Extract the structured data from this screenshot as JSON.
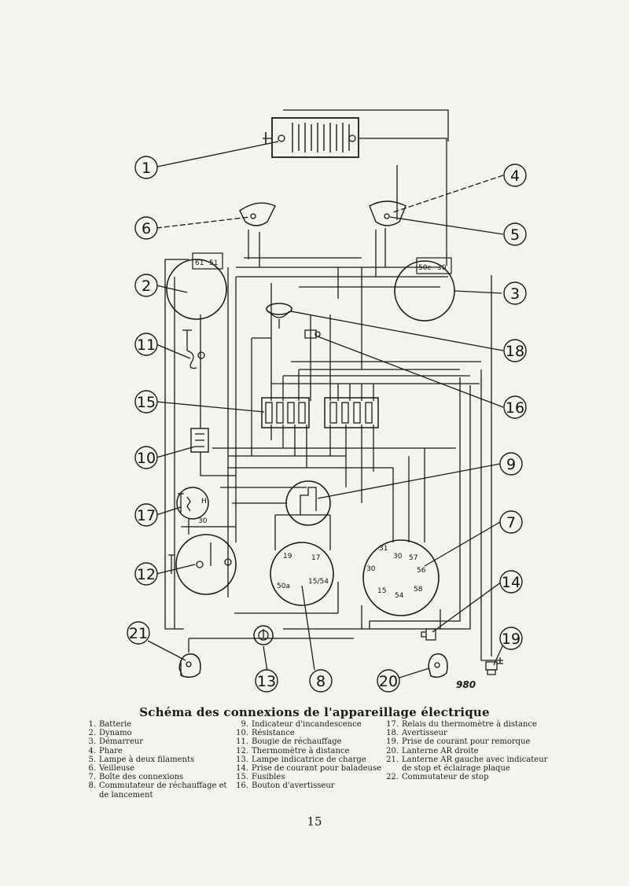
{
  "diagram": {
    "caption": "Schéma des connexions de l'appareillage électrique",
    "drawing_number": "980",
    "page_number": "15",
    "callouts": [
      "1",
      "2",
      "3",
      "4",
      "5",
      "6",
      "7",
      "8",
      "9",
      "10",
      "11",
      "12",
      "13",
      "14",
      "15",
      "16",
      "17",
      "18",
      "19",
      "20",
      "21"
    ],
    "terminal_labels": {
      "dynamo_a": "61",
      "dynamo_b": "51",
      "starter_a": "50c",
      "starter_b": "30",
      "relay_h": "H",
      "relay_30": "30",
      "switch8": [
        "19",
        "17",
        "50a",
        "15/54"
      ],
      "box7": [
        "31",
        "30",
        "57",
        "30",
        "56",
        "15",
        "54",
        "58"
      ]
    }
  },
  "legend": {
    "col1": [
      {
        "n": "1.",
        "t": "Batterie"
      },
      {
        "n": "2.",
        "t": "Dynamo"
      },
      {
        "n": "3.",
        "t": "Démarreur"
      },
      {
        "n": "4.",
        "t": "Phare"
      },
      {
        "n": "5.",
        "t": "Lampe à deux filaments"
      },
      {
        "n": "6.",
        "t": "Veilleuse"
      },
      {
        "n": "7.",
        "t": "Boîte des connexions"
      },
      {
        "n": "8.",
        "t": "Commutateur de réchauffage et de lancement"
      }
    ],
    "col2": [
      {
        "n": "9.",
        "t": "Indicateur d'incandescence"
      },
      {
        "n": "10.",
        "t": "Résistance"
      },
      {
        "n": "11.",
        "t": "Bougie de réchauffage"
      },
      {
        "n": "12.",
        "t": "Thermomètre à distance"
      },
      {
        "n": "13.",
        "t": "Lampe indicatrice de charge"
      },
      {
        "n": "14.",
        "t": "Prise de courant pour baladeuse"
      },
      {
        "n": "15.",
        "t": "Fusibles"
      },
      {
        "n": "16.",
        "t": "Bouton d'avertisseur"
      }
    ],
    "col3": [
      {
        "n": "17.",
        "t": "Relais du thermomètre à distance"
      },
      {
        "n": "18.",
        "t": "Avertisseur"
      },
      {
        "n": "19.",
        "t": "Prise de courant pour remorque"
      },
      {
        "n": "20.",
        "t": "Lanterne AR droite"
      },
      {
        "n": "21.",
        "t": "Lanterne AR gauche avec indicateur de stop et éclairage plaque"
      },
      {
        "n": "22.",
        "t": "Commutateur de stop"
      }
    ]
  }
}
